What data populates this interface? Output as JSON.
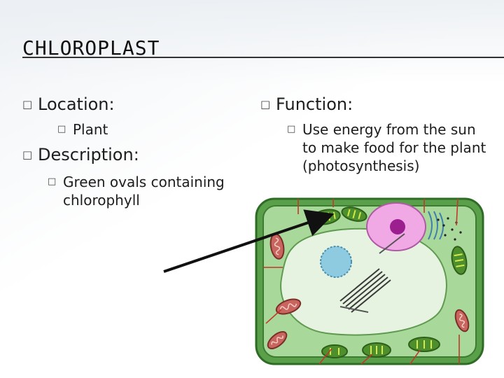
{
  "slide": {
    "title": "CHLOROPLAST",
    "left_column": {
      "location_label": "Location:",
      "location_items": [
        "Plant"
      ],
      "description_label": "Description:",
      "description_items": [
        "Green ovals containing chlorophyll"
      ]
    },
    "right_column": {
      "function_label": "Function:",
      "function_items": [
        "Use energy from the sun to make food for the plant (photosynthesis)"
      ]
    },
    "bullet_glyph": "□"
  },
  "colors": {
    "cell_wall": "#5aa04a",
    "cytoplasm": "#a9d99a",
    "vacuole": "#e6f3e0",
    "nucleus": "#f1a9e6",
    "nucleolus": "#9b1f8f",
    "chloroplast": "#4d8f2d",
    "mitochondria": "#c8655e",
    "arrows": "#c0392b"
  }
}
